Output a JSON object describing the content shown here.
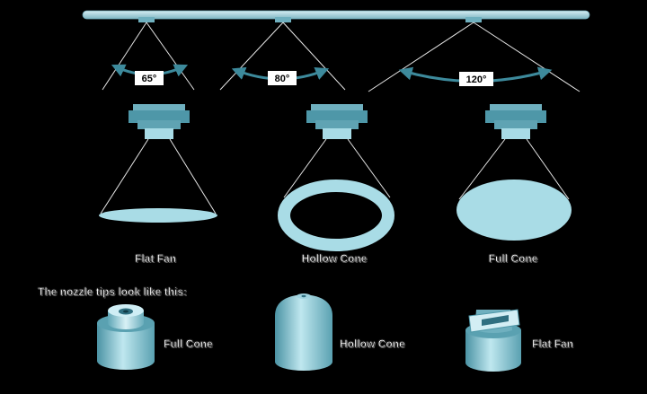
{
  "angles": {
    "flat": "65°",
    "hollow": "80°",
    "full": "120°"
  },
  "pattern_labels": {
    "flat": "Flat Fan",
    "hollow": "Hollow Cone",
    "full": "Full Cone"
  },
  "tips_heading": "The nozzle tips look like this:",
  "tip_labels": {
    "full": "Full Cone",
    "hollow": "Hollow Cone",
    "flat": "Flat Fan"
  },
  "colors": {
    "background": "#000000",
    "spray_fill": "#a9dce6",
    "nozzle_dark": "#4e97a8",
    "nozzle_light": "#8fc9d6",
    "pipe": "#9cc7d0",
    "arrow": "#3d8a9c",
    "lines": "#e6e6e6"
  }
}
